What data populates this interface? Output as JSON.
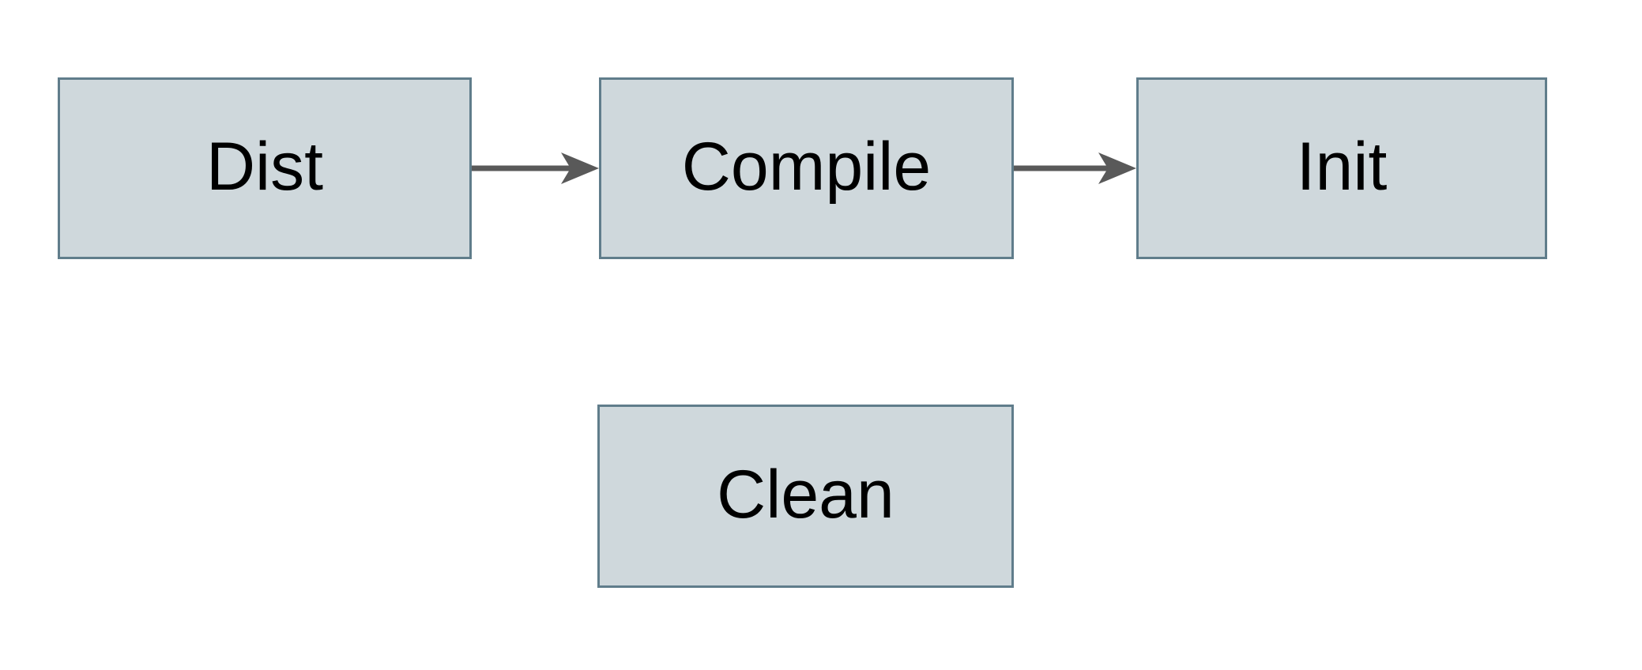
{
  "diagram": {
    "colors": {
      "background": "#ffffff",
      "node_fill": "#cfd8dc",
      "node_border": "#607d8b",
      "arrow": "#595959",
      "label_text": "#000000"
    },
    "nodes": [
      {
        "id": "dist",
        "label": "Dist"
      },
      {
        "id": "compile",
        "label": "Compile"
      },
      {
        "id": "init",
        "label": "Init"
      },
      {
        "id": "clean",
        "label": "Clean"
      }
    ],
    "edges": [
      {
        "from": "dist",
        "to": "compile",
        "direction": "right"
      },
      {
        "from": "compile",
        "to": "init",
        "direction": "right"
      }
    ]
  }
}
